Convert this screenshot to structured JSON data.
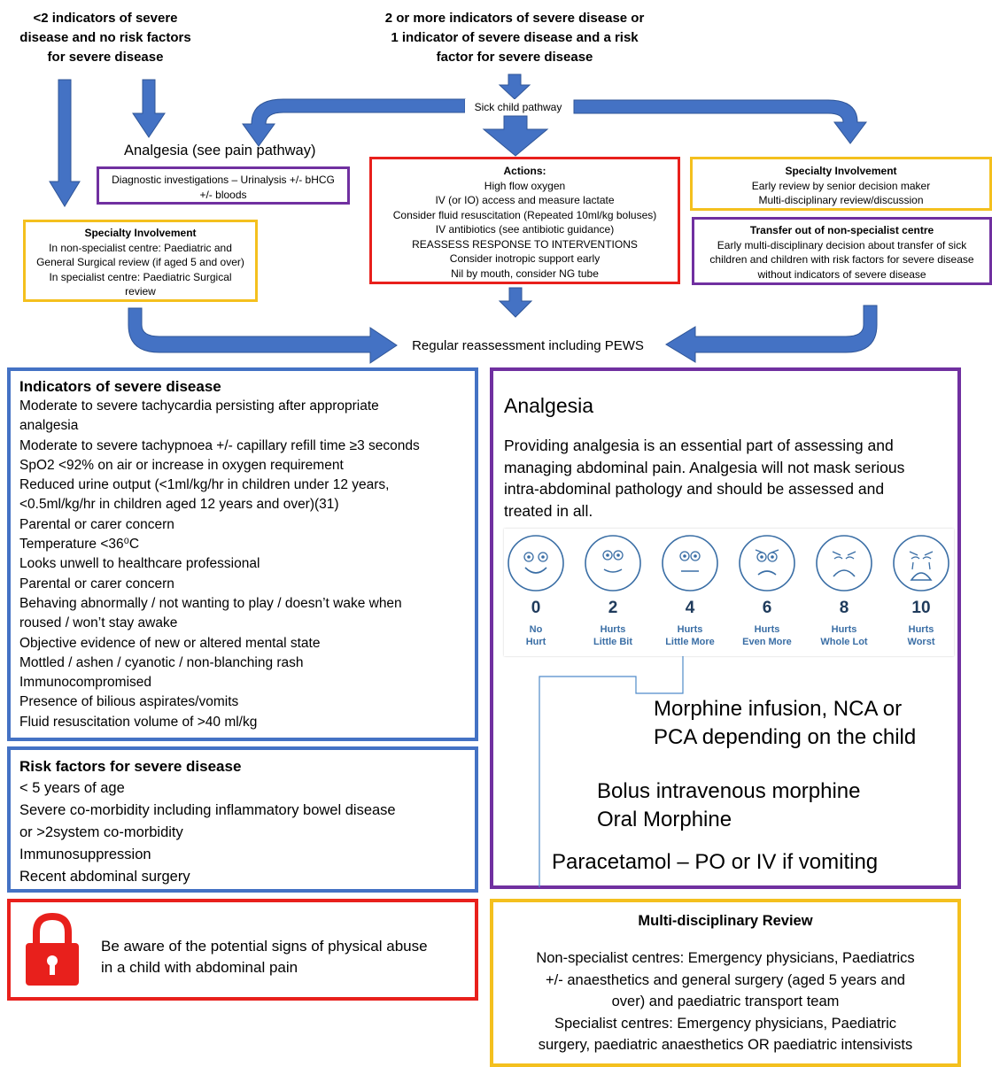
{
  "top": {
    "left_header": [
      "<2 indicators of severe",
      "disease and no risk factors",
      "for severe disease"
    ],
    "center_header": [
      "2 or more indicators of severe disease or",
      "1 indicator of severe disease and a risk",
      "factor for severe disease"
    ],
    "sick_child_pathway": "Sick child pathway",
    "analgesia_label": "Analgesia (see pain pathway)",
    "diagnostic": [
      "Diagnostic investigations – Urinalysis +/- bHCG",
      "+/- bloods"
    ],
    "left_specialty": {
      "title": "Specialty Involvement",
      "lines": [
        "In non-specialist centre: Paediatric and",
        "General Surgical review (if aged 5 and over)",
        "In specialist centre: Paediatric Surgical",
        "review"
      ]
    },
    "actions": {
      "title": "Actions:",
      "lines": [
        "High flow oxygen",
        "IV (or IO) access and measure lactate",
        "Consider fluid resuscitation (Repeated 10ml/kg boluses)",
        "IV antibiotics (see antibiotic guidance)",
        "REASSESS RESPONSE TO INTERVENTIONS",
        "Consider inotropic support early",
        "Nil by mouth, consider NG tube"
      ]
    },
    "right_specialty": {
      "title": "Specialty Involvement",
      "lines": [
        "Early review by senior decision maker",
        "Multi-disciplinary review/discussion"
      ]
    },
    "transfer": {
      "title": "Transfer out of non-specialist centre",
      "lines": [
        "Early multi-disciplinary decision about transfer of sick",
        "children and children with risk factors for severe disease",
        "without indicators of severe disease"
      ]
    },
    "reassessment": "Regular reassessment including PEWS"
  },
  "indicators": {
    "title": "Indicators of severe disease",
    "lines": [
      "Moderate to severe tachycardia persisting after appropriate",
      "analgesia",
      "Moderate to severe tachypnoea +/- capillary refill time ≥3 seconds",
      "SpO2 <92% on air or increase in oxygen requirement",
      "Reduced urine output (<1ml/kg/hr in children under 12 years,",
      "<0.5ml/kg/hr in children aged 12 years and over)(31)",
      "Parental or carer concern",
      "Temperature <36⁰C",
      "Looks unwell to healthcare professional",
      "Parental or carer concern",
      "Behaving abnormally / not wanting to play / doesn’t wake when",
      "roused / won’t stay awake",
      "Objective evidence of new or altered mental state",
      "Mottled / ashen / cyanotic / non-blanching rash",
      "Immunocompromised",
      "Presence of bilious aspirates/vomits",
      "Fluid resuscitation volume of >40 ml/kg"
    ]
  },
  "risk": {
    "title": "Risk factors for severe disease",
    "lines": [
      "< 5 years of age",
      "Severe co-morbidity including inflammatory bowel disease",
      "or >2system co-morbidity",
      "Immunosuppression",
      "Recent abdominal surgery"
    ]
  },
  "abuse": {
    "lines": [
      "Be aware of the potential signs of physical abuse",
      "in a child with abdominal pain"
    ]
  },
  "analgesia": {
    "title": "Analgesia",
    "paragraph": [
      "Providing analgesia is an essential part of assessing and",
      "managing abdominal pain. Analgesia will not mask serious",
      "intra-abdominal pathology and should be assessed and",
      "treated in all."
    ],
    "faces": [
      {
        "num": "0",
        "label1": "No",
        "label2": "Hurt"
      },
      {
        "num": "2",
        "label1": "Hurts",
        "label2": "Little Bit"
      },
      {
        "num": "4",
        "label1": "Hurts",
        "label2": "Little More"
      },
      {
        "num": "6",
        "label1": "Hurts",
        "label2": "Even More"
      },
      {
        "num": "8",
        "label1": "Hurts",
        "label2": "Whole Lot"
      },
      {
        "num": "10",
        "label1": "Hurts",
        "label2": "Worst"
      }
    ],
    "ladder": {
      "step3": [
        "Morphine infusion, NCA or",
        "PCA depending on the child"
      ],
      "step2": [
        "Bolus intravenous morphine",
        "Oral Morphine"
      ],
      "step1": "Paracetamol – PO or IV if vomiting"
    }
  },
  "mdr": {
    "title": "Multi-disciplinary Review",
    "lines": [
      "Non-specialist centres: Emergency physicians, Paediatrics",
      "+/- anaesthetics and general surgery (aged 5 years and",
      "over) and paediatric transport team",
      "Specialist centres: Emergency physicians, Paediatric",
      "surgery, paediatric anaesthetics OR paediatric intensivists"
    ]
  },
  "colors": {
    "arrow_blue": "#4472c4",
    "yellow": "#f4c01e",
    "purple": "#7030a0",
    "red": "#e8201c"
  }
}
